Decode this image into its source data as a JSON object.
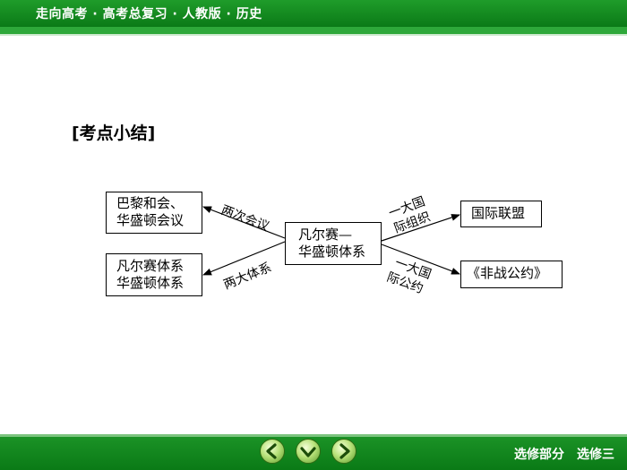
{
  "header": {
    "title": "走向高考 · 高考总复习 · 人教版 · 历史"
  },
  "section": {
    "heading": "[考点小结]"
  },
  "diagram": {
    "center": {
      "line1": "凡尔赛—",
      "line2": "华盛顿体系"
    },
    "left_top": {
      "line1": "巴黎和会、",
      "line2": "华盛顿会议"
    },
    "left_bottom": {
      "line1": "凡尔赛体系",
      "line2": "华盛顿体系"
    },
    "right_top": {
      "line1": "国际联盟"
    },
    "right_bottom": {
      "line1": "《非战公约》"
    },
    "edges": {
      "to_left_top": "两次会议",
      "to_left_bottom": "两大体系",
      "to_right_top_line1": "一大国",
      "to_right_top_line2": "际组织",
      "to_right_bottom_line1": "一大国",
      "to_right_bottom_line2": "际公约"
    }
  },
  "footer": {
    "label": "选修部分　选修三",
    "nav": [
      "previous-icon",
      "down-icon",
      "next-icon"
    ]
  },
  "colors": {
    "header_green": "#1f9c2a",
    "footer_green": "#0a7a16",
    "button_green": "#b8e27a"
  }
}
